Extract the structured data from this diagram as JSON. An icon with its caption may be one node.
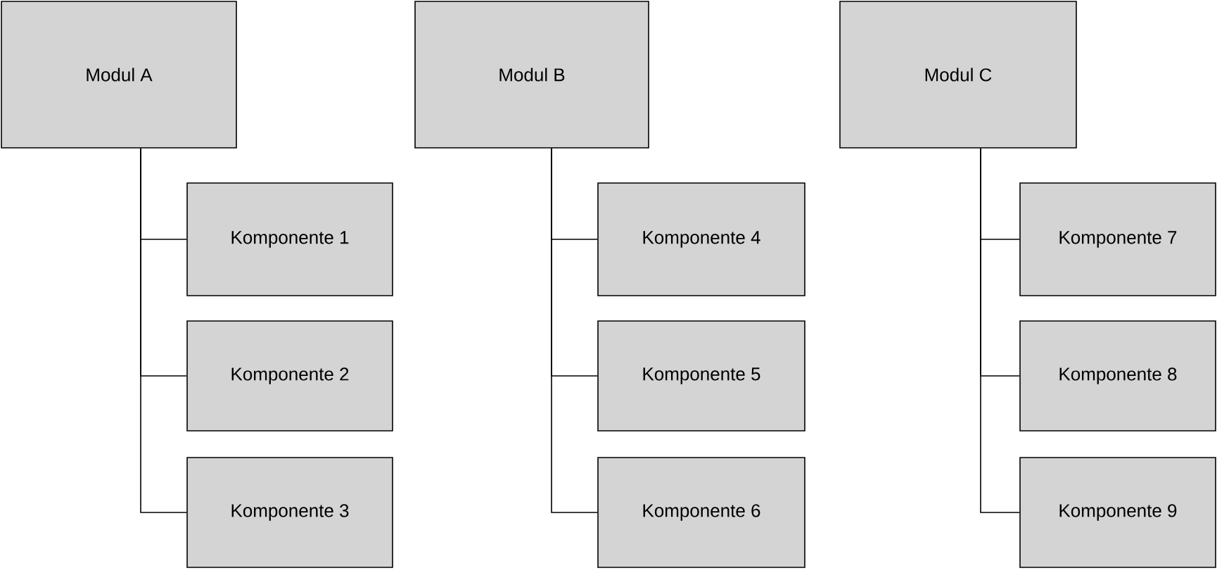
{
  "diagram": {
    "nodes": [
      {
        "text": [
          "Modul A"
        ]
      },
      {
        "text": [
          "Komponente 1"
        ]
      },
      {
        "text": [
          "Komponente 2"
        ]
      },
      {
        "text": [
          "Komponente 3"
        ]
      },
      {
        "text": [
          "Modul B"
        ]
      },
      {
        "text": [
          "Komponente 4"
        ]
      },
      {
        "text": [
          "Komponente 5"
        ]
      },
      {
        "text": [
          "Komponente 6"
        ]
      },
      {
        "text": [
          "Modul C"
        ]
      },
      {
        "text": [
          "Komponente 7"
        ]
      },
      {
        "text": [
          "Komponente 8"
        ]
      },
      {
        "text": [
          "Komponente 9"
        ]
      }
    ],
    "edges": [
      {
        "from": 0,
        "to": 1,
        "arrow": "none"
      },
      {
        "from": 0,
        "to": 2,
        "arrow": "none"
      },
      {
        "from": 0,
        "to": 3,
        "arrow": "none"
      },
      {
        "from": 4,
        "to": 5,
        "arrow": "none"
      },
      {
        "from": 4,
        "to": 6,
        "arrow": "none"
      },
      {
        "from": 4,
        "to": 7,
        "arrow": "none"
      },
      {
        "from": 8,
        "to": 9,
        "arrow": "none"
      },
      {
        "from": 8,
        "to": 10,
        "arrow": "none"
      },
      {
        "from": 8,
        "to": 11,
        "arrow": "none"
      }
    ]
  }
}
